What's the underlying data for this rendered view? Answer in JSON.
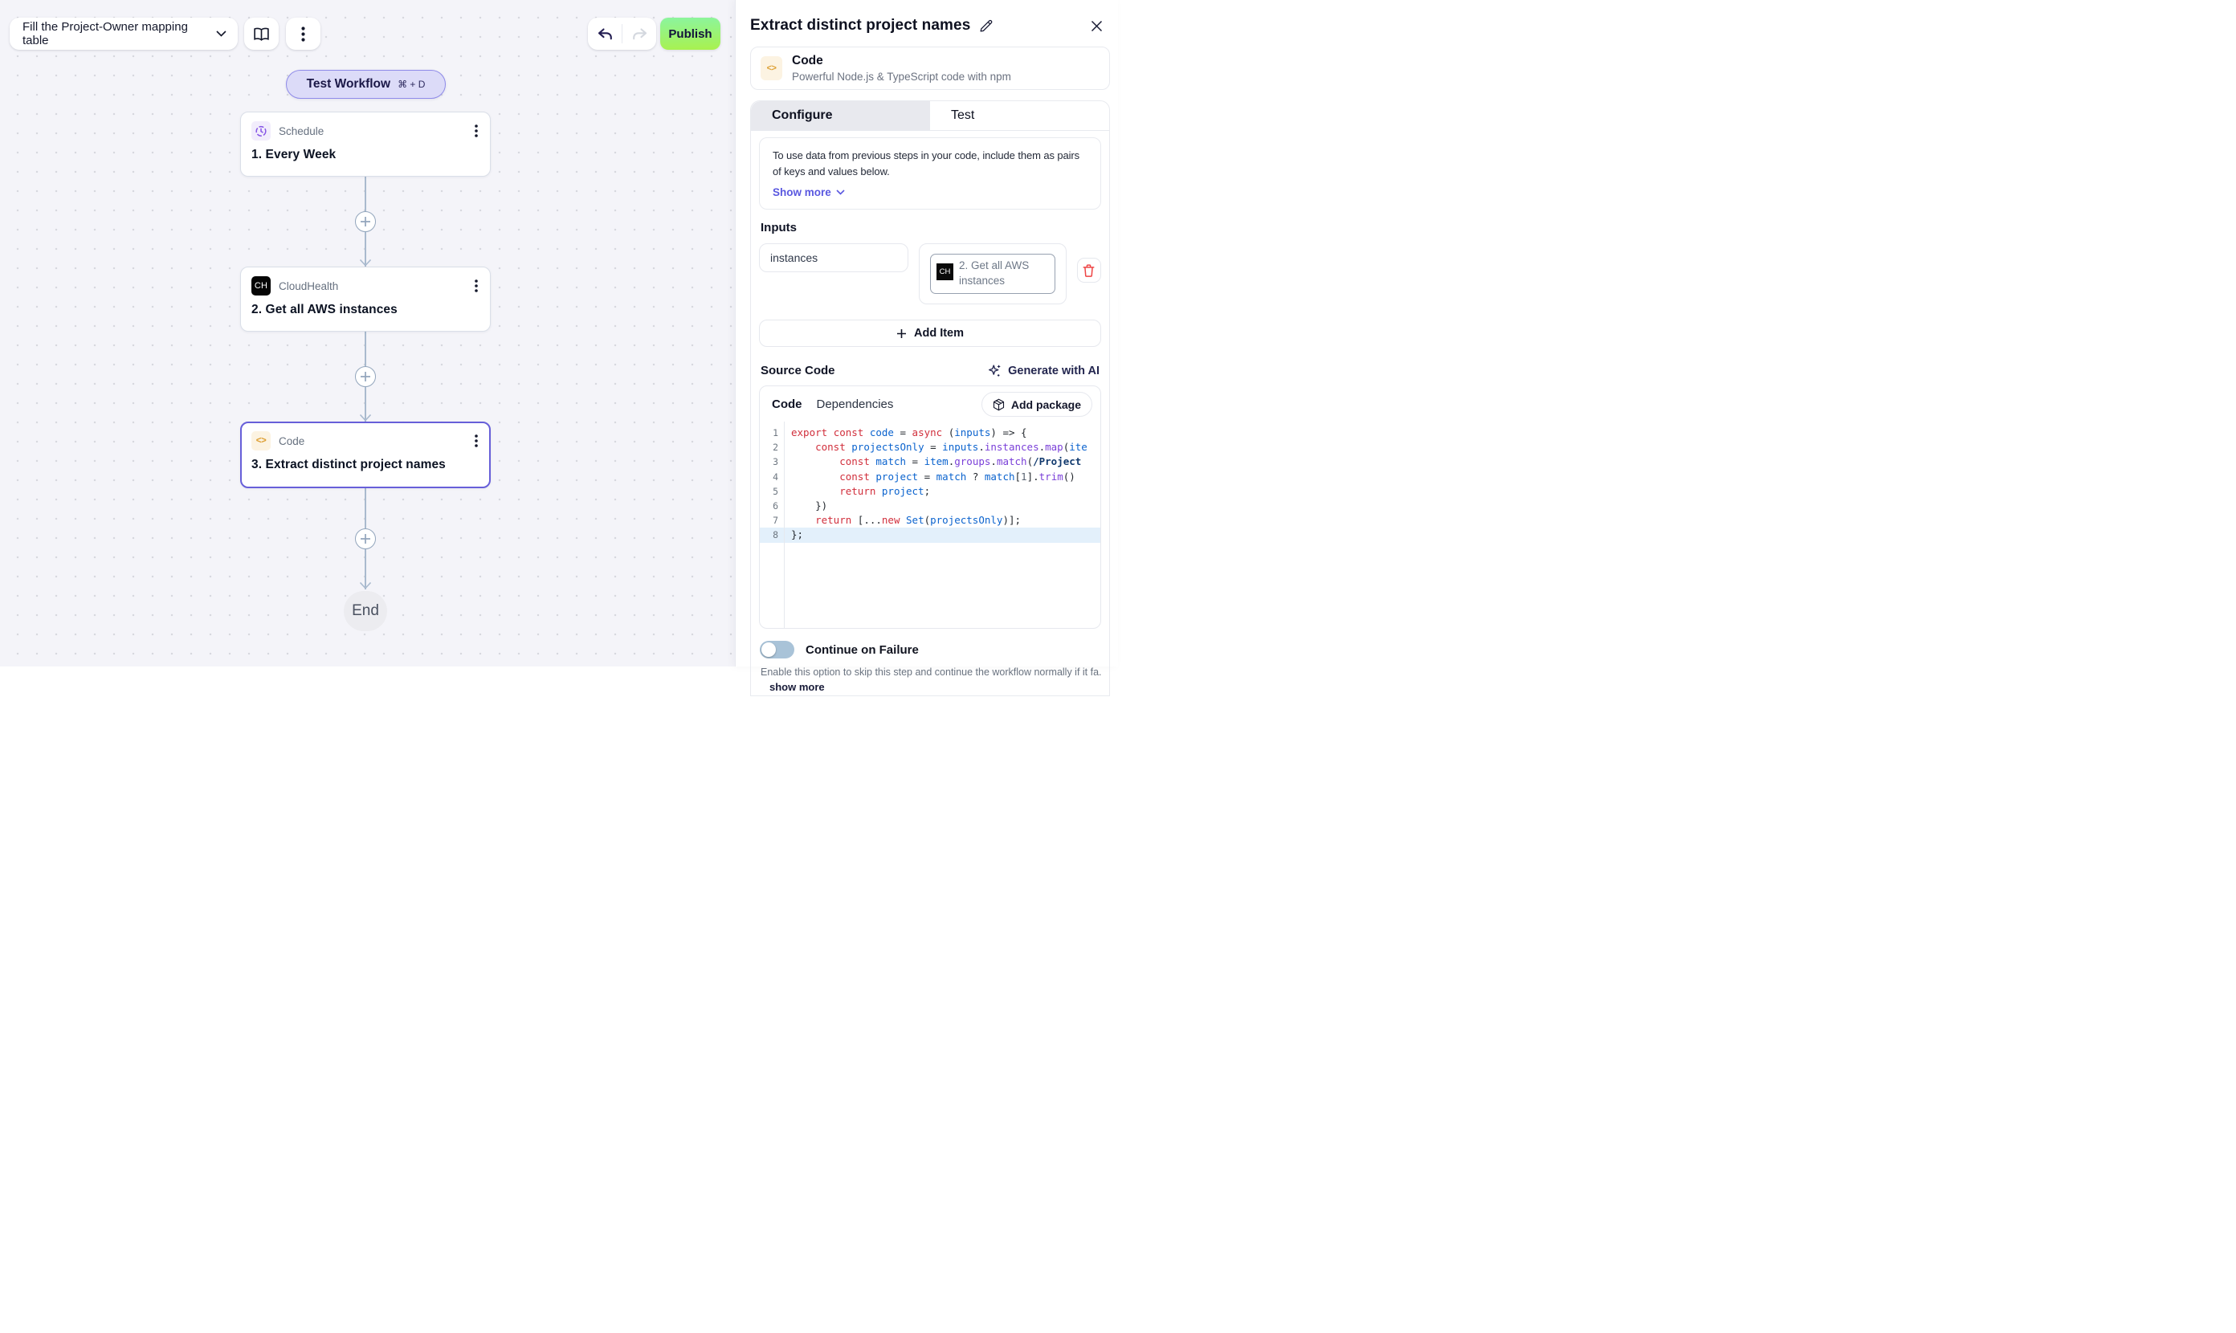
{
  "colors": {
    "accent": "#675fd9",
    "link": "#5a58e0",
    "danger": "#ef4444",
    "publish-top": "#8bf59f",
    "publish-bottom": "#a9f14d",
    "code-keyword": "#d12f3c",
    "code-variable": "#0b63ce",
    "code-property": "#7a3fd8",
    "code-regex": "#123a6e",
    "code-number": "#5a6472",
    "active-line": "#e3f0fb"
  },
  "toolbar": {
    "workflow_selector_label": "Fill the Project-Owner mapping table",
    "publish_label": "Publish"
  },
  "canvas": {
    "test_workflow_label": "Test Workflow",
    "test_workflow_shortcut": "⌘ + D",
    "nodes": [
      {
        "app": "Schedule",
        "title": "1. Every Week",
        "icon": "clock-icon"
      },
      {
        "app": "CloudHealth",
        "title": "2. Get all AWS instances",
        "icon": "CH"
      },
      {
        "app": "Code",
        "title": "3. Extract distinct project names",
        "icon": "code-brackets-icon"
      }
    ],
    "ch_badge": "CH",
    "code_glyph": "<>",
    "end_label": "End"
  },
  "panel": {
    "title": "Extract distinct project names",
    "app_card": {
      "name": "Code",
      "description": "Powerful Node.js & TypeScript code with npm",
      "icon_glyph": "<>"
    },
    "tabs": [
      {
        "label": "Configure",
        "active": true
      },
      {
        "label": "Test",
        "active": false
      }
    ],
    "info_box": {
      "text": "To use data from previous steps in your code, include them as pairs of keys and values below.",
      "show_more_label": "Show more"
    },
    "inputs": {
      "heading": "Inputs",
      "rows": [
        {
          "key": "instances",
          "value_badge": "CH",
          "value_label": "2. Get all AWS instances"
        }
      ],
      "add_item_label": "Add Item"
    },
    "source_code": {
      "heading": "Source Code",
      "generate_ai_label": "Generate with AI",
      "editor_tabs": [
        {
          "label": "Code",
          "active": true
        },
        {
          "label": "Dependencies",
          "active": false
        }
      ],
      "add_package_label": "Add package",
      "active_line": 8,
      "lines": [
        [
          [
            "export",
            "k"
          ],
          [
            " "
          ],
          [
            "const",
            "k"
          ],
          [
            " "
          ],
          [
            "code",
            "v"
          ],
          [
            " = "
          ],
          [
            "async",
            "k"
          ],
          [
            " ("
          ],
          [
            "inputs",
            "v"
          ],
          [
            ") => {"
          ]
        ],
        [
          [
            "    "
          ],
          [
            "const",
            "k"
          ],
          [
            " "
          ],
          [
            "projectsOnly",
            "v"
          ],
          [
            " = "
          ],
          [
            "inputs",
            "v"
          ],
          [
            "."
          ],
          [
            "instances",
            "f"
          ],
          [
            "."
          ],
          [
            "map",
            "f"
          ],
          [
            "("
          ],
          [
            "ite",
            "v"
          ]
        ],
        [
          [
            "        "
          ],
          [
            "const",
            "k"
          ],
          [
            " "
          ],
          [
            "match",
            "v"
          ],
          [
            " = "
          ],
          [
            "item",
            "v"
          ],
          [
            "."
          ],
          [
            "groups",
            "f"
          ],
          [
            "."
          ],
          [
            "match",
            "f"
          ],
          [
            "("
          ],
          [
            "/Project",
            "re"
          ]
        ],
        [
          [
            "        "
          ],
          [
            "const",
            "k"
          ],
          [
            " "
          ],
          [
            "project",
            "v"
          ],
          [
            " = "
          ],
          [
            "match",
            "v"
          ],
          [
            " ? "
          ],
          [
            "match",
            "v"
          ],
          [
            "["
          ],
          [
            "1",
            "n"
          ],
          [
            "]."
          ],
          [
            "trim",
            "f"
          ],
          [
            "()"
          ]
        ],
        [
          [
            "        "
          ],
          [
            "return",
            "k"
          ],
          [
            " "
          ],
          [
            "project",
            "v"
          ],
          [
            ";"
          ]
        ],
        [
          [
            "    })"
          ]
        ],
        [
          [
            "    "
          ],
          [
            "return",
            "k"
          ],
          [
            " [..."
          ],
          [
            "new",
            "k"
          ],
          [
            " "
          ],
          [
            "Set",
            "v"
          ],
          [
            "("
          ],
          [
            "projectsOnly",
            "v"
          ],
          [
            ")];"
          ]
        ],
        [
          [
            "};"
          ]
        ]
      ]
    },
    "continue_on_failure": {
      "label": "Continue on Failure",
      "enabled": false,
      "description": "Enable this option to skip this step and continue the workflow normally if it fa...",
      "show_more_label": "show more"
    }
  }
}
